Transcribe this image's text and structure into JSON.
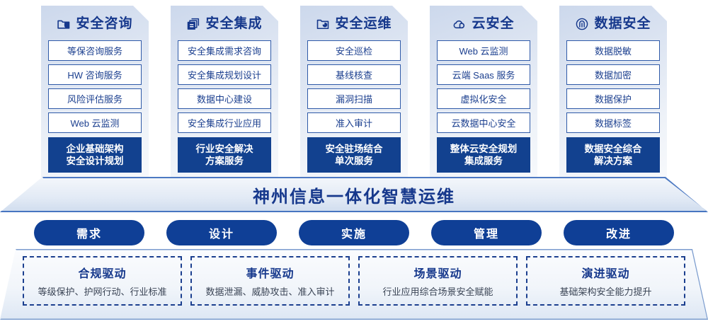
{
  "columns": [
    {
      "icon": "folder-shield-icon",
      "title": "安全咨询",
      "items": [
        "等保咨询服务",
        "HW 咨询服务",
        "风险评估服务",
        "Web 云监测"
      ],
      "footer": [
        "企业基础架构",
        "安全设计规划"
      ]
    },
    {
      "icon": "stacked-documents-icon",
      "title": "安全集成",
      "items": [
        "安全集成需求咨询",
        "安全集成规划设计",
        "数据中心建设",
        "安全集成行业应用"
      ],
      "footer": [
        "行业安全解决",
        "方案服务"
      ]
    },
    {
      "icon": "folder-chart-icon",
      "title": "安全运维",
      "items": [
        "安全巡检",
        "基线核查",
        "漏洞扫描",
        "准入审计"
      ],
      "footer": [
        "安全驻场结合",
        "单次服务"
      ]
    },
    {
      "icon": "cloud-icon",
      "title": "云安全",
      "items": [
        "Web 云监测",
        "云端 Saas 服务",
        "虚拟化安全",
        "云数据中心安全"
      ],
      "footer": [
        "整体云安全规划",
        "集成服务"
      ]
    },
    {
      "icon": "fingerprint-icon",
      "title": "数据安全",
      "items": [
        "数据脱敏",
        "数据加密",
        "数据保护",
        "数据标签"
      ],
      "footer": [
        "数据安全综合",
        "解决方案"
      ]
    }
  ],
  "banner": {
    "text": "神州信息一体化智慧运维"
  },
  "pills": [
    {
      "label": "需求"
    },
    {
      "label": "设计"
    },
    {
      "label": "实施"
    },
    {
      "label": "管理"
    },
    {
      "label": "改进"
    }
  ],
  "drivers": [
    {
      "title": "合规驱动",
      "desc": "等级保护、护网行动、行业标准"
    },
    {
      "title": "事件驱动",
      "desc": "数据泄漏、威胁攻击、准入审计"
    },
    {
      "title": "场景驱动",
      "desc": "行业应用综合场景安全赋能"
    },
    {
      "title": "演进驱动",
      "desc": "基础架构安全能力提升"
    }
  ],
  "colors": {
    "brand_blue": "#16388c",
    "dark_blue": "#0f3f96",
    "item_border": "#2f5aa8",
    "footer_bg": "#12418f"
  }
}
